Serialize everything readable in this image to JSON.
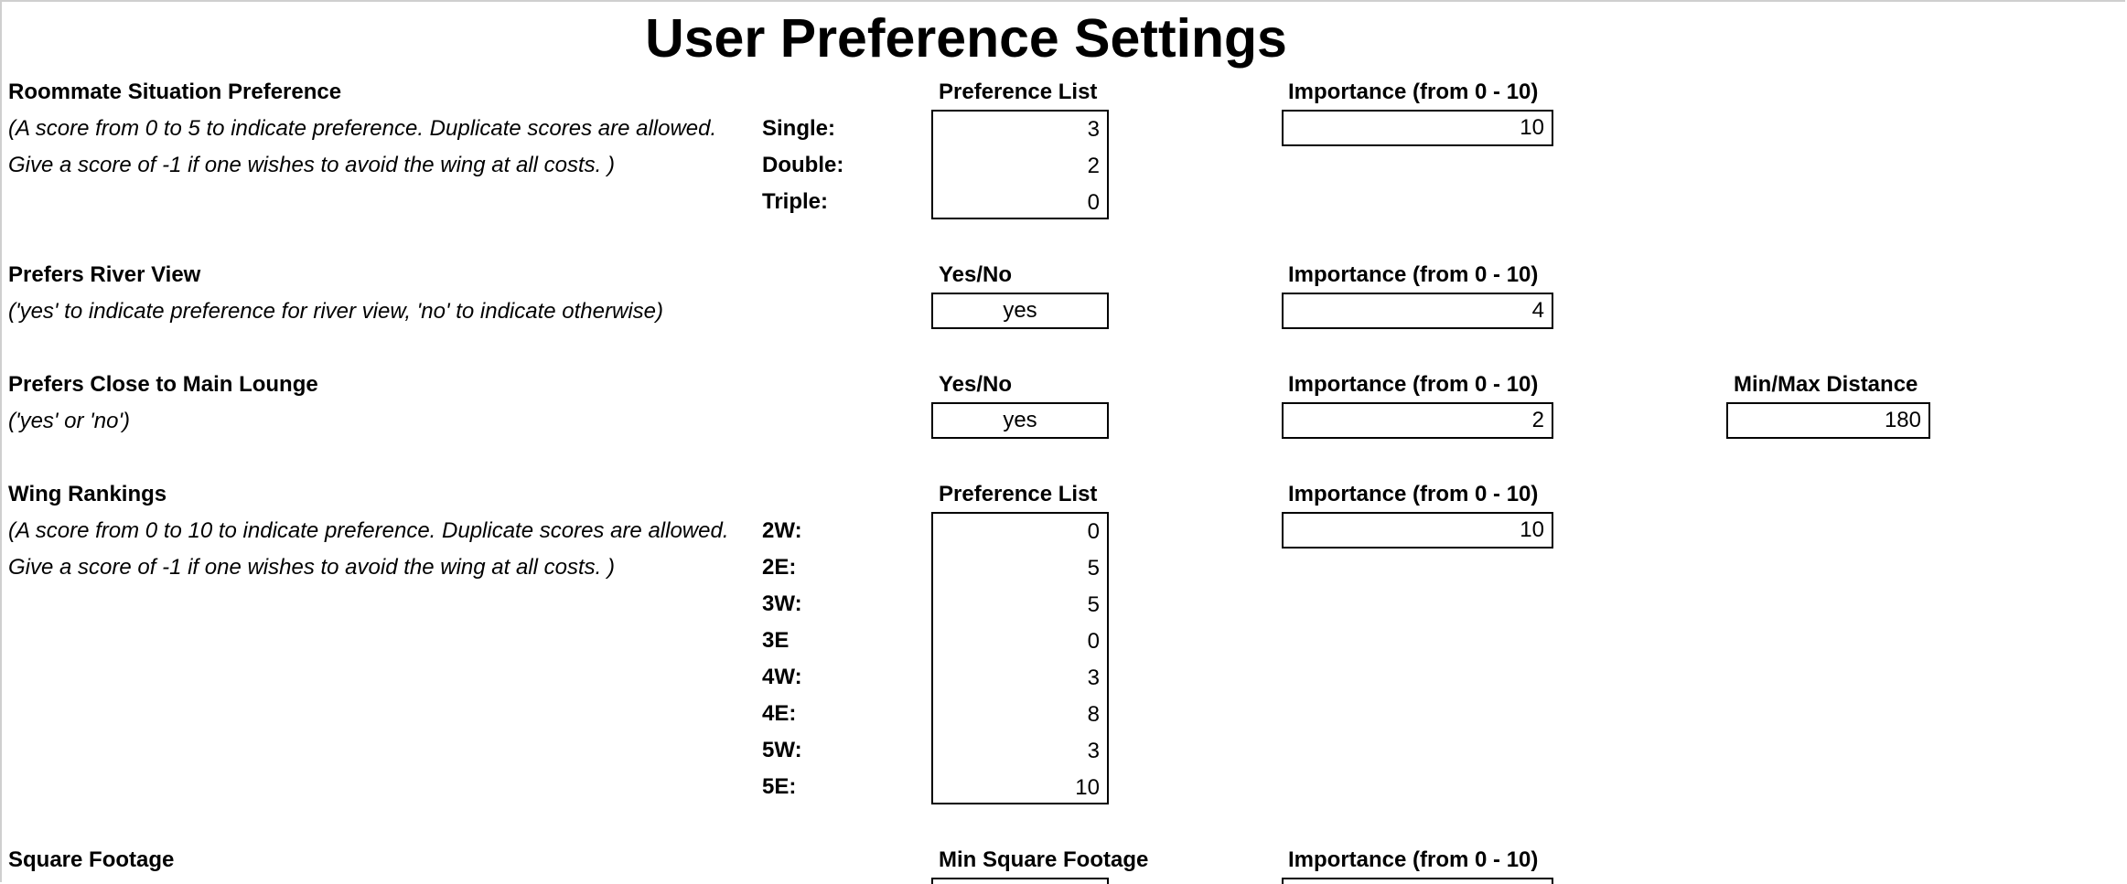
{
  "title": "User Preference Settings",
  "roommate": {
    "title": "Roommate Situation Preference",
    "note_line1": "(A score from 0 to 5 to indicate preference. Duplicate scores are allowed.",
    "note_line2": "Give a score of -1 if one wishes to avoid the wing at all costs. )",
    "list_header": "Preference List",
    "importance_header": "Importance (from 0 - 10)",
    "rows": [
      {
        "label": "Single:",
        "value": "3"
      },
      {
        "label": "Double:",
        "value": "2"
      },
      {
        "label": "Triple:",
        "value": "0"
      }
    ],
    "importance": "10"
  },
  "river_view": {
    "title": "Prefers River View",
    "note": "('yes' to indicate preference for river view, 'no' to indicate otherwise)",
    "yesno_header": "Yes/No",
    "importance_header": "Importance (from 0 - 10)",
    "value": "yes",
    "importance": "4"
  },
  "lounge": {
    "title": "Prefers Close to Main Lounge",
    "note": "('yes' or 'no')",
    "yesno_header": "Yes/No",
    "importance_header": "Importance (from 0 - 10)",
    "distance_header": "Min/Max Distance",
    "value": "yes",
    "importance": "2",
    "distance": "180"
  },
  "wing": {
    "title": "Wing Rankings",
    "note_line1": "(A score from 0 to 10 to indicate preference. Duplicate scores are allowed.",
    "note_line2": "Give a score of -1 if one wishes to avoid the wing at all costs. )",
    "list_header": "Preference List",
    "importance_header": "Importance (from 0 - 10)",
    "rows": [
      {
        "label": "2W:",
        "value": "0"
      },
      {
        "label": "2E:",
        "value": "5"
      },
      {
        "label": "3W:",
        "value": "5"
      },
      {
        "label": "3E",
        "value": "0"
      },
      {
        "label": "4W:",
        "value": "3"
      },
      {
        "label": "4E:",
        "value": "8"
      },
      {
        "label": "5W:",
        "value": "3"
      },
      {
        "label": "5E:",
        "value": "10"
      }
    ],
    "importance": "10"
  },
  "square_footage": {
    "title": "Square Footage",
    "min_header": "Min Square Footage",
    "importance_header": "Importance (from 0 - 10)"
  }
}
